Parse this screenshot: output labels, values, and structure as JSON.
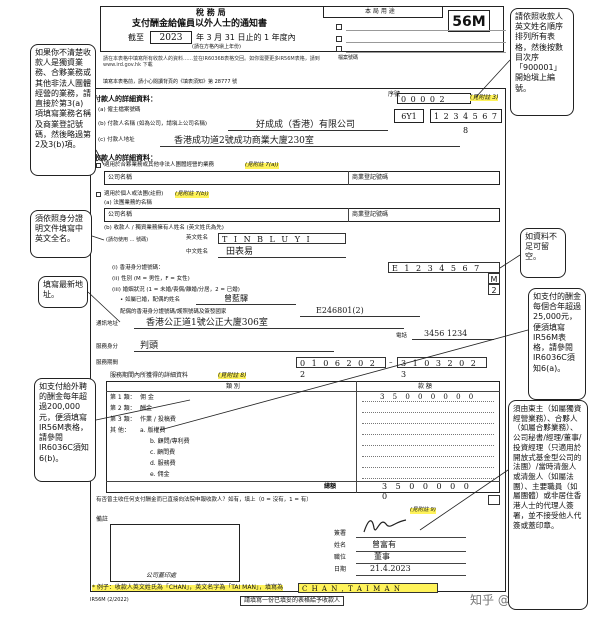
{
  "header": {
    "dept": "稅 務 局",
    "title": "支付酬金給僱員以外人士的通知書",
    "period_prefix": "截至",
    "year": "2023",
    "period_suffix": "年 3 月 31 日止的 1 年度內",
    "period_note": "(請在方格內塡上年份)",
    "form_code": "56M",
    "office_use": "本 局 用 途",
    "note_text": "請在本表格中填寫所有收款人的資料……並在IR6036B表格交回。如你需要更多IR56M表格，請到 www.ird.gov.hk 下載",
    "file_no_label": "檔案號碼",
    "file_no_note": "填寫本表格前，請小心閱讀背頁的《填表須知》第 28777 號"
  },
  "sheet_no": {
    "label": "序號",
    "value": "0 0 0 0 2",
    "note": "(見附註 3)"
  },
  "ref_no": {
    "value": "6Y1",
    "digits": "1 2 3 4 5 6 7 8"
  },
  "payer": {
    "heading": "付款人的詳細資料：",
    "emp_label": "(a) 僱主檔案號碼",
    "name_label": "(b) 付款人名稱 (如為公司，請塡上公司名稱)",
    "name_value": "好成成（香港）有限公司",
    "addr_label": "(c) 付款人地址",
    "addr_value": "香港成功道2號成功商業大廈230室"
  },
  "payee": {
    "heading": "收款人的詳細資料：",
    "opt1": "適用於合夥業務或其他非法人團體經營的業務",
    "opt1_note": "(見附註 7(a))",
    "co_name_label": "公司名稱",
    "br_label": "商業登記號碼",
    "opt2": "適用於個人或法團(註冊)",
    "opt2_note": "(見附註 7(b))",
    "sub_a": "(a) 法團業務的名稱",
    "sub_b": "(b) 收款人 / 獨資業務擁有人姓名 (英文姓氏為先)",
    "sub_b_note": "(請勿使用 … 號碼)",
    "eng_hint": "英文姓名",
    "eng_name": "T I N  B L U Y I",
    "chi_hint": "中文姓名",
    "chi_name": "田表易",
    "hkid_label": "(i) 香港身分證號碼：",
    "hkid_value": "E 1 2 3 4 5 6 7",
    "sex_label": "(ii) 性別 (M = 男性，F = 女性)",
    "sex_value": "M",
    "marital_label": "(iii) 婚姻狀況 (1 = 未婚/喪偶/離婚/分居，2 = 已婚)",
    "marital_value": "2",
    "spouse_label": "• 如屬已婚，配偶的姓名",
    "spouse_value": "曾藍驛",
    "spouse_id_label": "配偶的香港身分證號碼/護照號碼及簽發國家",
    "spouse_id_value": "E246801(2)",
    "addr_label": "通訊地址",
    "addr_value": "香港公正道1號公正大廈306室",
    "tel_label": "電話",
    "tel_value": "3456 1234",
    "capacity_label": "服務身分",
    "capacity_value": "判頭",
    "period_label": "服務期間",
    "period_from": "0 1 0 6 2 0 2 2",
    "period_to": "3 1 0 3 2 0 2 3"
  },
  "income": {
    "heading": "服務期間內所獲得的詳細資料",
    "heading_note": "(見附註 8)",
    "col_type": "類  別",
    "col_amount": "款  額",
    "rows": [
      {
        "label": "第 1 類：",
        "desc": "佣 金",
        "amount": "3 5 0 0 0 0 0 0"
      },
      {
        "label": "第 2 類：",
        "desc": "酬金",
        "amount": ""
      },
      {
        "label": "第 3 類：",
        "desc": "作業 / 投稿費",
        "amount": ""
      },
      {
        "label": "其  他：",
        "desc": "a.  版權費",
        "amount": ""
      },
      {
        "label": "",
        "desc": "b.  顧問/專利費",
        "amount": ""
      },
      {
        "label": "",
        "desc": "c.  顧問費",
        "amount": ""
      },
      {
        "label": "",
        "desc": "d.  服務費",
        "amount": ""
      },
      {
        "label": "",
        "desc": "e.  佣金",
        "amount": ""
      }
    ],
    "total_label": "總額",
    "total_value": "3 5 0 0 0 0 0 0"
  },
  "q8": {
    "text": "有否曾主收任何支付酬金而已直接向法院申報收款人？如有，填上（0 = 沒有，1 = 有）",
    "note": "(見附註 9)"
  },
  "remarks": {
    "label": "備註"
  },
  "signature": {
    "sign_label": "簽署",
    "name_label": "姓名",
    "name_value": "曾富有",
    "title_label": "職位",
    "title_value": "董事",
    "date_label": "日期",
    "date_value": "21.4.2023",
    "stamp_label": "公司蓋印處"
  },
  "footer": {
    "example": "* 例子：收款人英文姓氏為「CHAN」，英文名字為「TAI MAN」，填寫為",
    "example_boxes": "C H A N ,  T A I  M A N",
    "code": "IR56M (2/2022)",
    "bottom": "請填寫一份已填妥的表格給予收款人",
    "watermark": "知乎 @Ilysee"
  },
  "callouts": {
    "left1": "如果你不清楚收款人是獨資業務、合夥業務或其他非法人團體經營的業務，請直接於第3(a)項填寫業務名稱及商業登記號碼，然後略過第2及3(b)項。",
    "left2": "須依照身分證明文件填寫中英文全名。",
    "left3": "填寫最新地址。",
    "left4": "如支付給外聘的酬金每年超過200,000元，便須填寫IR56M表格，請參閱IR6036C須知6(b)。",
    "right1": "請依照收款人英文姓名順序排列所有表格，然後按數目次序「900001」開始塡上編號。",
    "right2": "如資料不足可留空。",
    "right3": "如支付的酬金每個合年超過25,000元，便須填寫IR56M表格，請參閱IR6036C須知6(a)。",
    "right4": "須由東主（如屬獨資經營業務）、合夥人（如屬合夥業務）、公司秘書/經理/董事/投資經理（只適用於開放式基金型公司的法團）/當時清盤人或清盤人（如屬法團）、主要職員（如屬團體）或非居住香港人士的代理人簽署，並不接受他人代簽或蓋印章。"
  }
}
